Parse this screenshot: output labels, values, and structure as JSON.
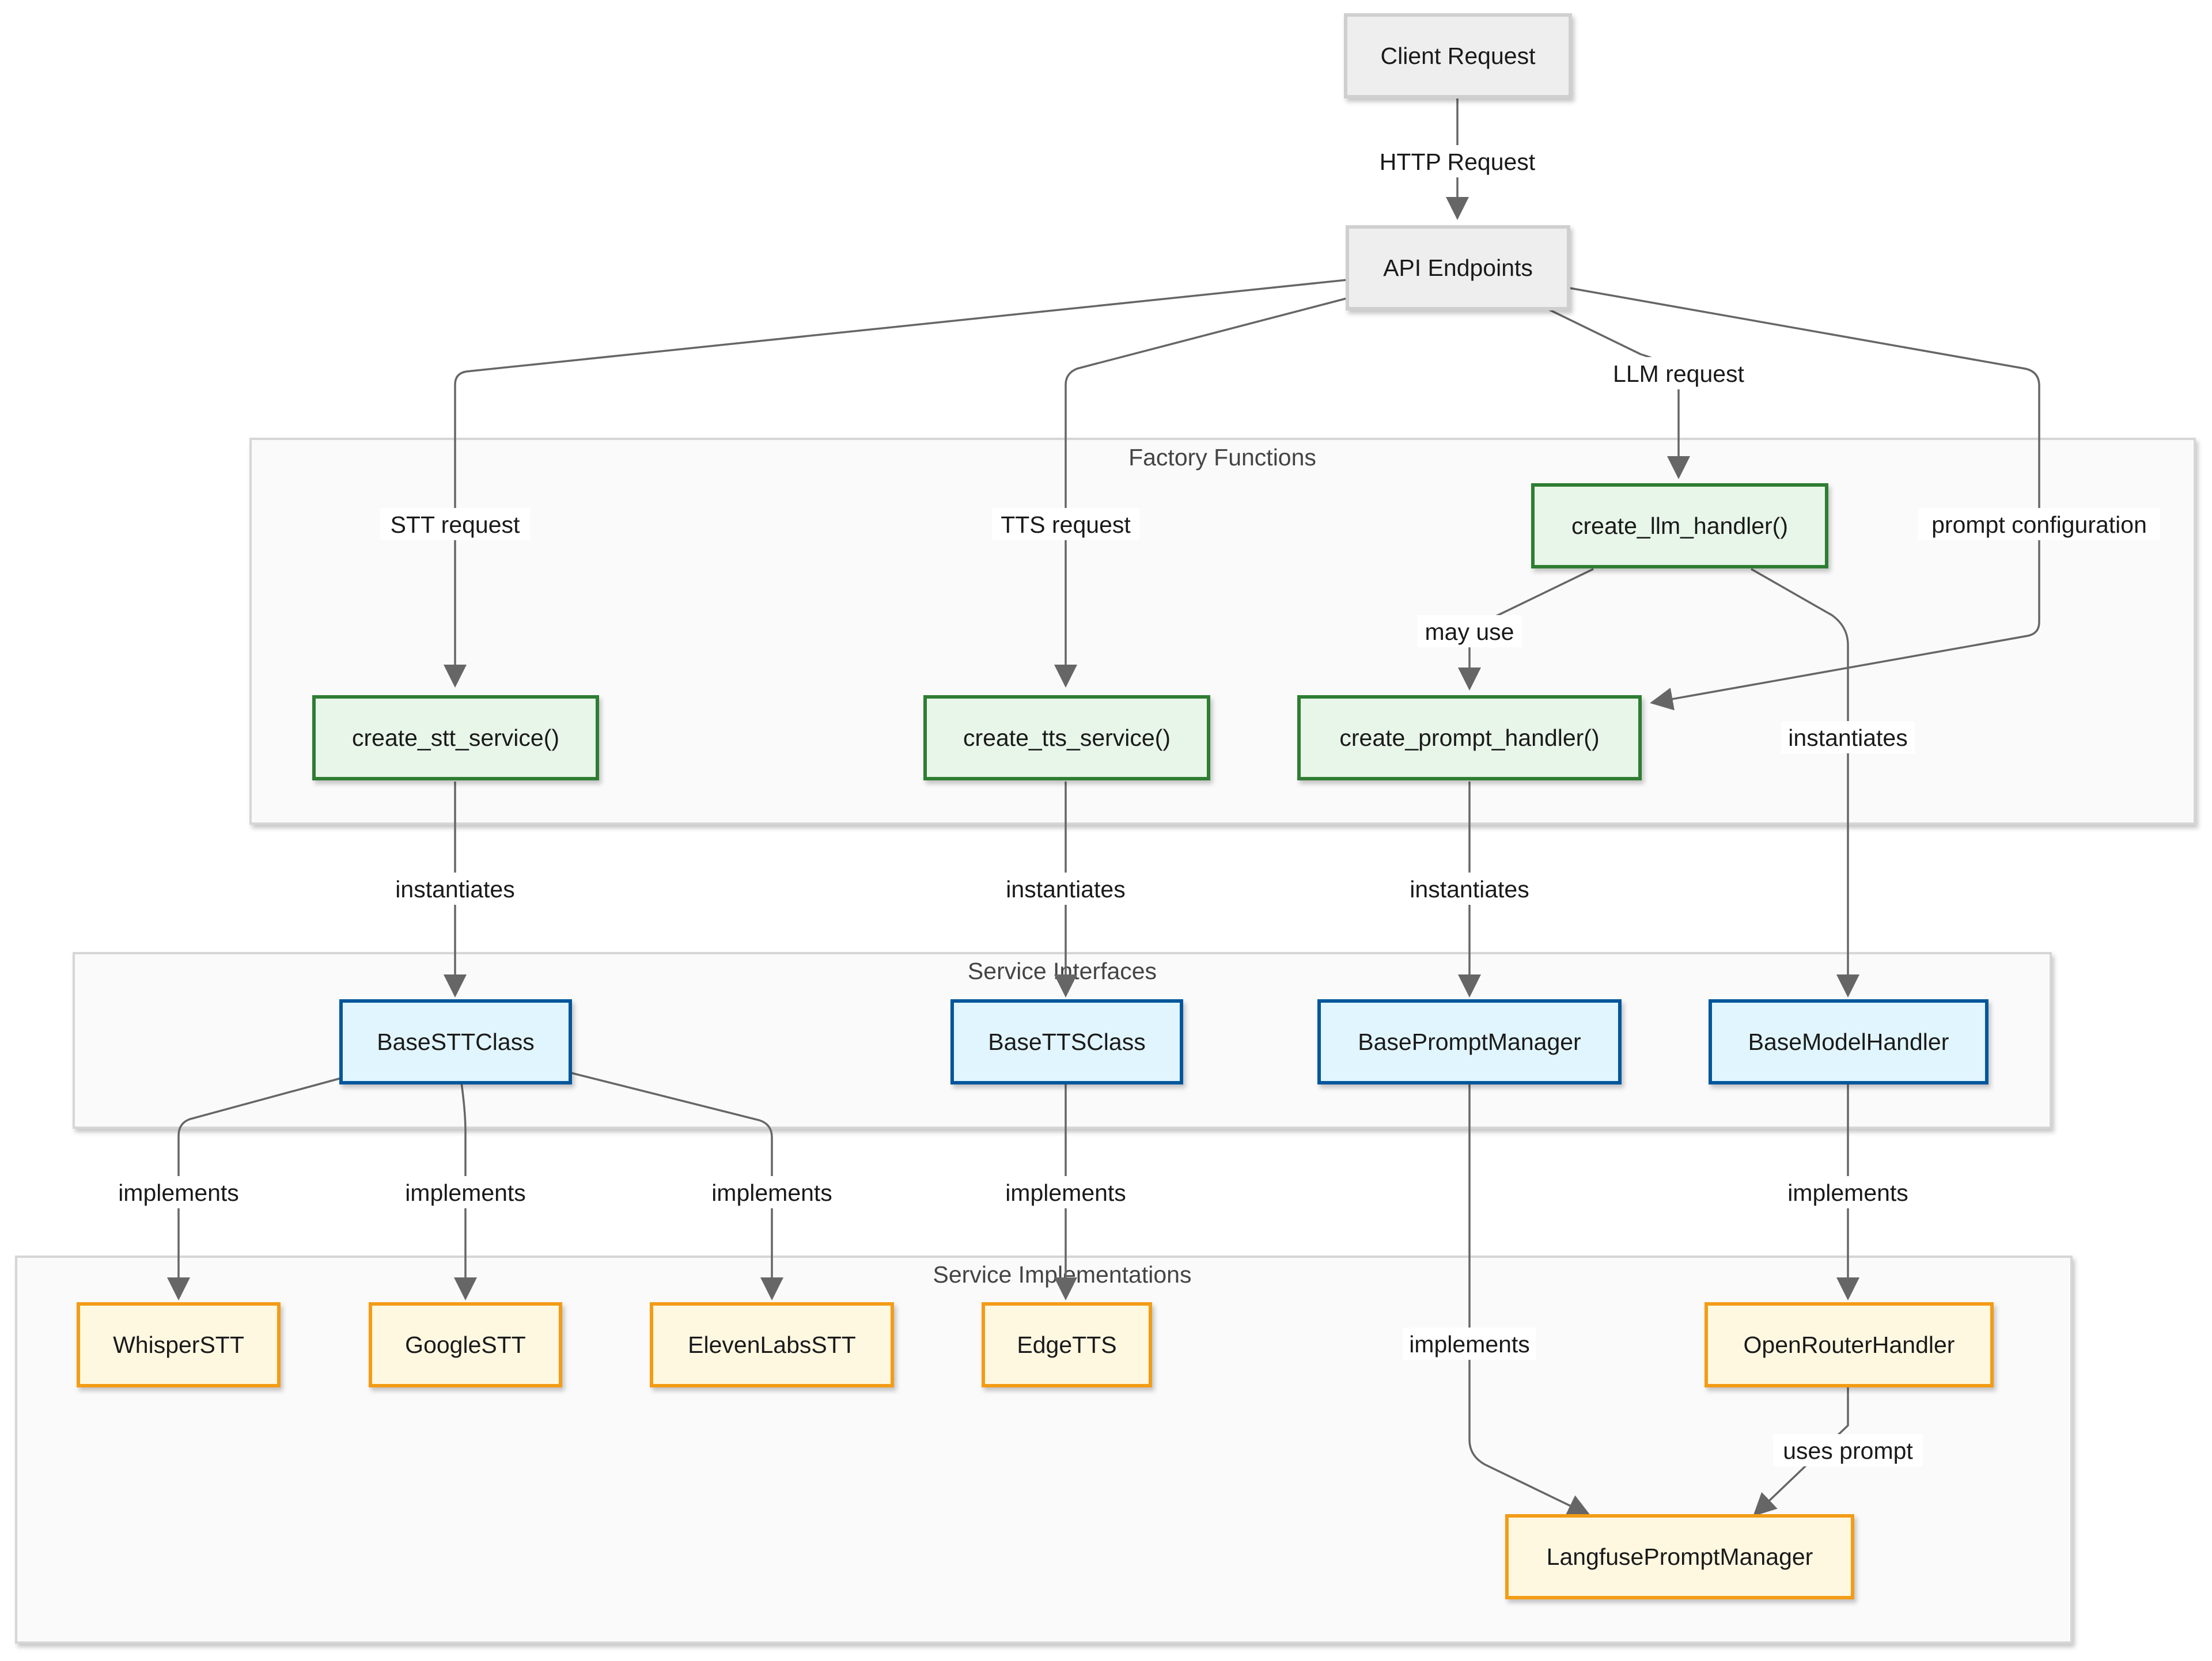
{
  "colors": {
    "client": {
      "fill": "#eeeeee",
      "stroke": "#cfcfcf"
    },
    "factory": {
      "fill": "#e8f5e9",
      "stroke": "#2e7d32"
    },
    "interface": {
      "fill": "#e1f5fe",
      "stroke": "#01579b"
    },
    "implementation": {
      "fill": "#fff8e1",
      "stroke": "#f39c12"
    },
    "edge": "#666666"
  },
  "clusters": {
    "factory": {
      "label": "Factory Functions"
    },
    "interfaces": {
      "label": "Service Interfaces"
    },
    "implementations": {
      "label": "Service Implementations"
    }
  },
  "nodes": {
    "client_request": {
      "label": "Client Request",
      "kind": "client"
    },
    "api_endpoints": {
      "label": "API Endpoints",
      "kind": "client"
    },
    "create_llm_handler": {
      "label": "create_llm_handler()",
      "kind": "factory"
    },
    "create_stt_service": {
      "label": "create_stt_service()",
      "kind": "factory"
    },
    "create_tts_service": {
      "label": "create_tts_service()",
      "kind": "factory"
    },
    "create_prompt_handler": {
      "label": "create_prompt_handler()",
      "kind": "factory"
    },
    "base_stt_class": {
      "label": "BaseSTTClass",
      "kind": "interface"
    },
    "base_tts_class": {
      "label": "BaseTTSClass",
      "kind": "interface"
    },
    "base_prompt_manager": {
      "label": "BasePromptManager",
      "kind": "interface"
    },
    "base_model_handler": {
      "label": "BaseModelHandler",
      "kind": "interface"
    },
    "whisper_stt": {
      "label": "WhisperSTT",
      "kind": "implementation"
    },
    "google_stt": {
      "label": "GoogleSTT",
      "kind": "implementation"
    },
    "elevenlabs_stt": {
      "label": "ElevenLabsSTT",
      "kind": "implementation"
    },
    "edge_tts": {
      "label": "EdgeTTS",
      "kind": "implementation"
    },
    "openrouter_handler": {
      "label": "OpenRouterHandler",
      "kind": "implementation"
    },
    "langfuse_prompt_manager": {
      "label": "LangfusePromptManager",
      "kind": "implementation"
    }
  },
  "edges": {
    "client_to_api": {
      "label": "HTTP Request"
    },
    "api_to_stt": {
      "label": "STT request"
    },
    "api_to_tts": {
      "label": "TTS request"
    },
    "api_to_llm": {
      "label": "LLM request"
    },
    "api_to_prompt": {
      "label": "prompt configuration"
    },
    "llm_to_prompt": {
      "label": "may use"
    },
    "llm_to_model": {
      "label": "instantiates"
    },
    "stt_to_base": {
      "label": "instantiates"
    },
    "tts_to_base": {
      "label": "instantiates"
    },
    "prompt_to_base": {
      "label": "instantiates"
    },
    "stt_to_whisper": {
      "label": "implements"
    },
    "stt_to_google": {
      "label": "implements"
    },
    "stt_to_elevenlabs": {
      "label": "implements"
    },
    "tts_to_edge": {
      "label": "implements"
    },
    "prompt_to_langfuse": {
      "label": "implements"
    },
    "model_to_openrouter": {
      "label": "implements"
    },
    "openrouter_to_langfuse": {
      "label": "uses prompt"
    }
  }
}
